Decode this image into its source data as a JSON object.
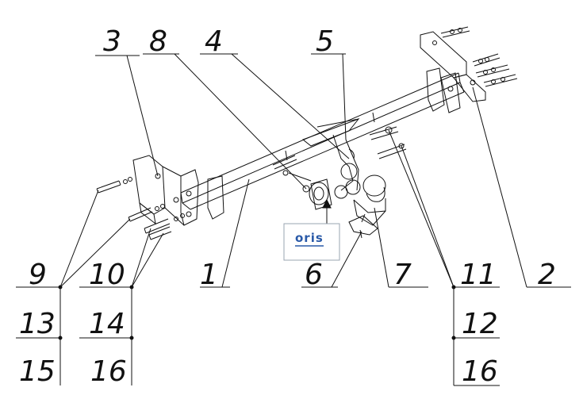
{
  "logo": {
    "text": "oris",
    "color": "#2a5aa8"
  },
  "callouts": {
    "c1": "1",
    "c2": "2",
    "c3": "3",
    "c4": "4",
    "c5": "5",
    "c6": "6",
    "c7": "7",
    "c8": "8",
    "c9": "9",
    "c10": "10",
    "c11": "11",
    "c12": "12",
    "c13": "13",
    "c14": "14",
    "c15": "15",
    "c16a": "16",
    "c16b": "16"
  },
  "colors": {
    "line": "#111111",
    "background": "#ffffff",
    "accent": "#2a5aa8"
  }
}
